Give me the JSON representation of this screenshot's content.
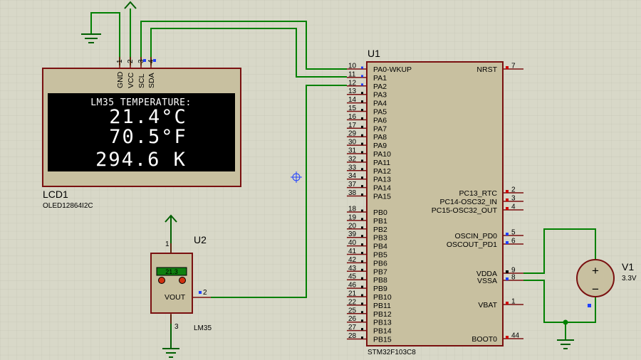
{
  "colors": {
    "background": "#d8d8c8",
    "grid": "#c4c4b4",
    "wire": "#008000",
    "body_outline": "#7a1010",
    "body_fill": "#c8c0a0",
    "pin_line": "#7a1010",
    "ground_symbol": "#006000",
    "oled_screen": "#000000",
    "oled_text": "#ffffff",
    "pin_marker_blue": "#2040ff",
    "pin_marker_red": "#d00000"
  },
  "lcd": {
    "ref": "LCD1",
    "part": "OLED12864I2C",
    "pins": [
      {
        "num": "1",
        "name": "GND"
      },
      {
        "num": "2",
        "name": "VCC"
      },
      {
        "num": "3",
        "name": "SCL"
      },
      {
        "num": "4",
        "name": "SDA"
      }
    ],
    "screen_lines": [
      "LM35 TEMPERATURE:",
      "21.4°C",
      "70.5°F",
      "294.6 K"
    ]
  },
  "mcu": {
    "ref": "U1",
    "part": "STM32F103C8",
    "left_pins": [
      {
        "num": "10",
        "name": "PA0-WKUP"
      },
      {
        "num": "11",
        "name": "PA1"
      },
      {
        "num": "12",
        "name": "PA2"
      },
      {
        "num": "13",
        "name": "PA3"
      },
      {
        "num": "14",
        "name": "PA4"
      },
      {
        "num": "15",
        "name": "PA5"
      },
      {
        "num": "16",
        "name": "PA6"
      },
      {
        "num": "17",
        "name": "PA7"
      },
      {
        "num": "29",
        "name": "PA8"
      },
      {
        "num": "30",
        "name": "PA9"
      },
      {
        "num": "31",
        "name": "PA10"
      },
      {
        "num": "32",
        "name": "PA11"
      },
      {
        "num": "33",
        "name": "PA12"
      },
      {
        "num": "34",
        "name": "PA13"
      },
      {
        "num": "37",
        "name": "PA14"
      },
      {
        "num": "38",
        "name": "PA15"
      },
      {
        "num": "18",
        "name": "PB0"
      },
      {
        "num": "19",
        "name": "PB1"
      },
      {
        "num": "20",
        "name": "PB2"
      },
      {
        "num": "39",
        "name": "PB3"
      },
      {
        "num": "40",
        "name": "PB4"
      },
      {
        "num": "41",
        "name": "PB5"
      },
      {
        "num": "42",
        "name": "PB6"
      },
      {
        "num": "43",
        "name": "PB7"
      },
      {
        "num": "45",
        "name": "PB8"
      },
      {
        "num": "46",
        "name": "PB9"
      },
      {
        "num": "21",
        "name": "PB10"
      },
      {
        "num": "22",
        "name": "PB11"
      },
      {
        "num": "25",
        "name": "PB12"
      },
      {
        "num": "26",
        "name": "PB13"
      },
      {
        "num": "27",
        "name": "PB14"
      },
      {
        "num": "28",
        "name": "PB15"
      }
    ],
    "right_pins": [
      {
        "num": "7",
        "name": "NRST"
      },
      {
        "num": "2",
        "name": "PC13_RTC"
      },
      {
        "num": "3",
        "name": "PC14-OSC32_IN"
      },
      {
        "num": "4",
        "name": "PC15-OSC32_OUT"
      },
      {
        "num": "5",
        "name": "OSCIN_PD0"
      },
      {
        "num": "6",
        "name": "OSCOUT_PD1"
      },
      {
        "num": "9",
        "name": "VDDA"
      },
      {
        "num": "8",
        "name": "VSSA"
      },
      {
        "num": "1",
        "name": "VBAT"
      },
      {
        "num": "44",
        "name": "BOOT0"
      }
    ]
  },
  "sensor": {
    "ref": "U2",
    "part": "LM35",
    "display_value": "21.3",
    "output_label": "VOUT",
    "pins": [
      {
        "num": "1"
      },
      {
        "num": "2"
      },
      {
        "num": "3"
      }
    ]
  },
  "source": {
    "ref": "V1",
    "value": "3.3V",
    "plus": "+",
    "minus": "−"
  }
}
